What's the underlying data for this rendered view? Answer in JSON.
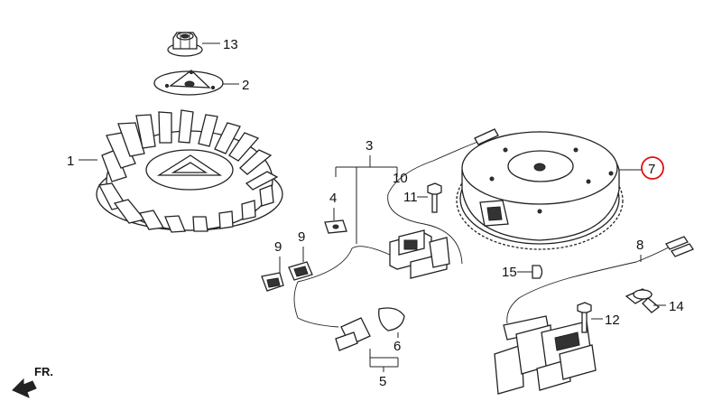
{
  "callouts": {
    "p1": "1",
    "p2": "2",
    "p3": "3",
    "p4": "4",
    "p5": "5",
    "p6": "6",
    "p7": "7",
    "p8": "8",
    "p9a": "9",
    "p9b": "9",
    "p10": "10",
    "p11": "11",
    "p12": "12",
    "p13": "13",
    "p14": "14",
    "p15": "15"
  },
  "direction": {
    "label": "FR."
  },
  "highlight": {
    "color": "#e01010"
  }
}
